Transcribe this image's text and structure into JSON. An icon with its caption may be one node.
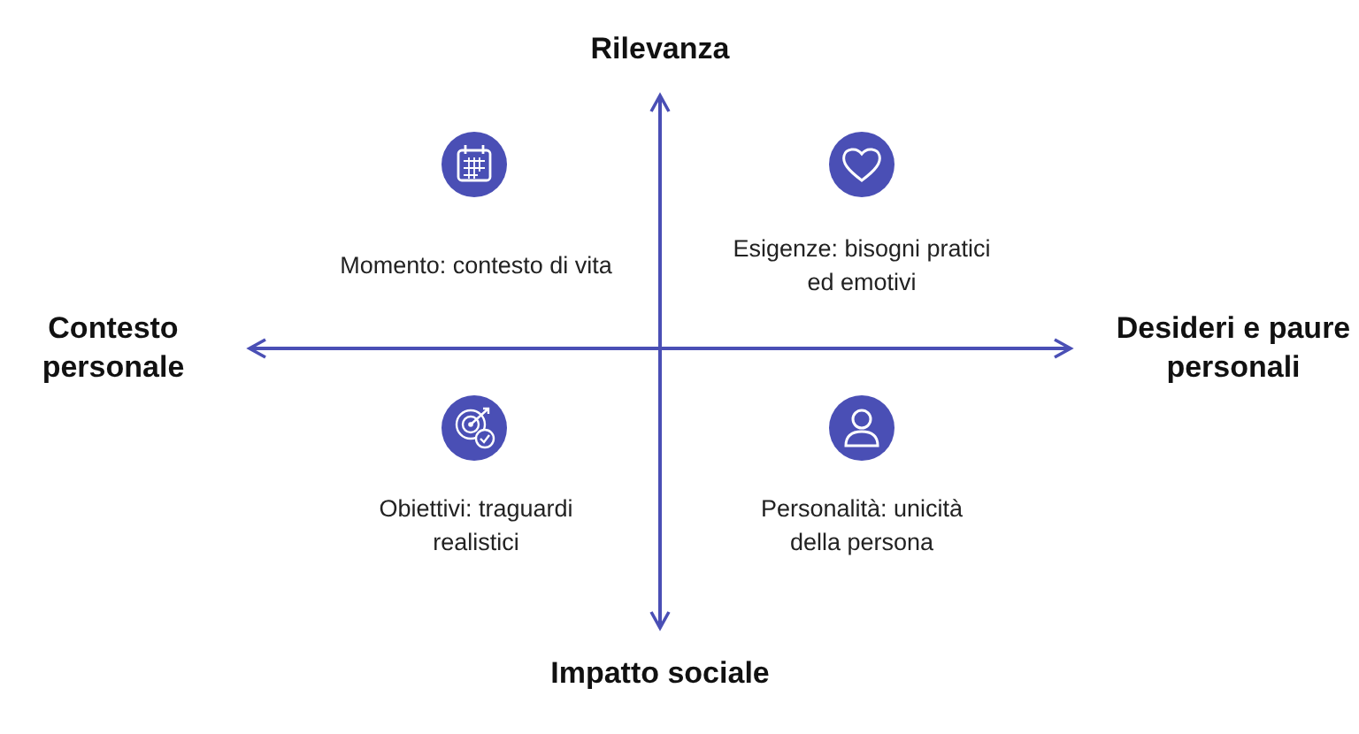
{
  "diagram": {
    "labels": [
      "Rilevanza",
      "Momento: contesto di vita",
      "Esigenze: bisogni pratici ed emotivi",
      "Contesto personale",
      "Desideri e paure personali",
      "Obiettivi: traguardi realistici",
      "Personalità: unicità della persona",
      "Impatto sociale"
    ]
  }
}
